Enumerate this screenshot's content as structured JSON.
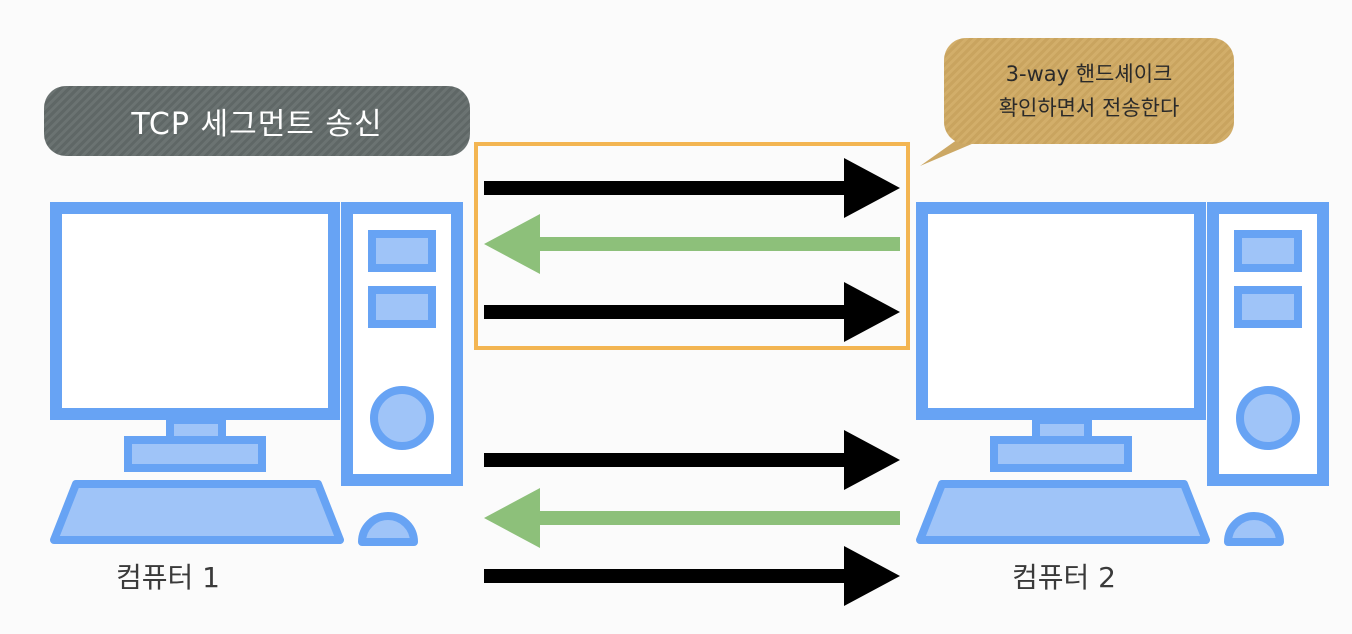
{
  "title": "TCP 세그먼트 송신",
  "callout": {
    "line1": "3-way 핸드셰이크",
    "line2": "확인하면서 전송한다"
  },
  "computers": [
    {
      "label": "컴퓨터 1"
    },
    {
      "label": "컴퓨터 2"
    }
  ],
  "colors": {
    "computer": "#67a3f4",
    "computer_fill": "#ffffff",
    "computer_light": "#9fc4f8",
    "arrow_forward": "#000000",
    "arrow_back": "#8dc07a",
    "handshake_box": "#f3b552"
  },
  "handshake_arrows": [
    {
      "direction": "right",
      "color": "forward"
    },
    {
      "direction": "left",
      "color": "back"
    },
    {
      "direction": "right",
      "color": "forward"
    }
  ],
  "data_arrows": [
    {
      "direction": "right",
      "color": "forward"
    },
    {
      "direction": "left",
      "color": "back"
    },
    {
      "direction": "right",
      "color": "forward"
    }
  ]
}
